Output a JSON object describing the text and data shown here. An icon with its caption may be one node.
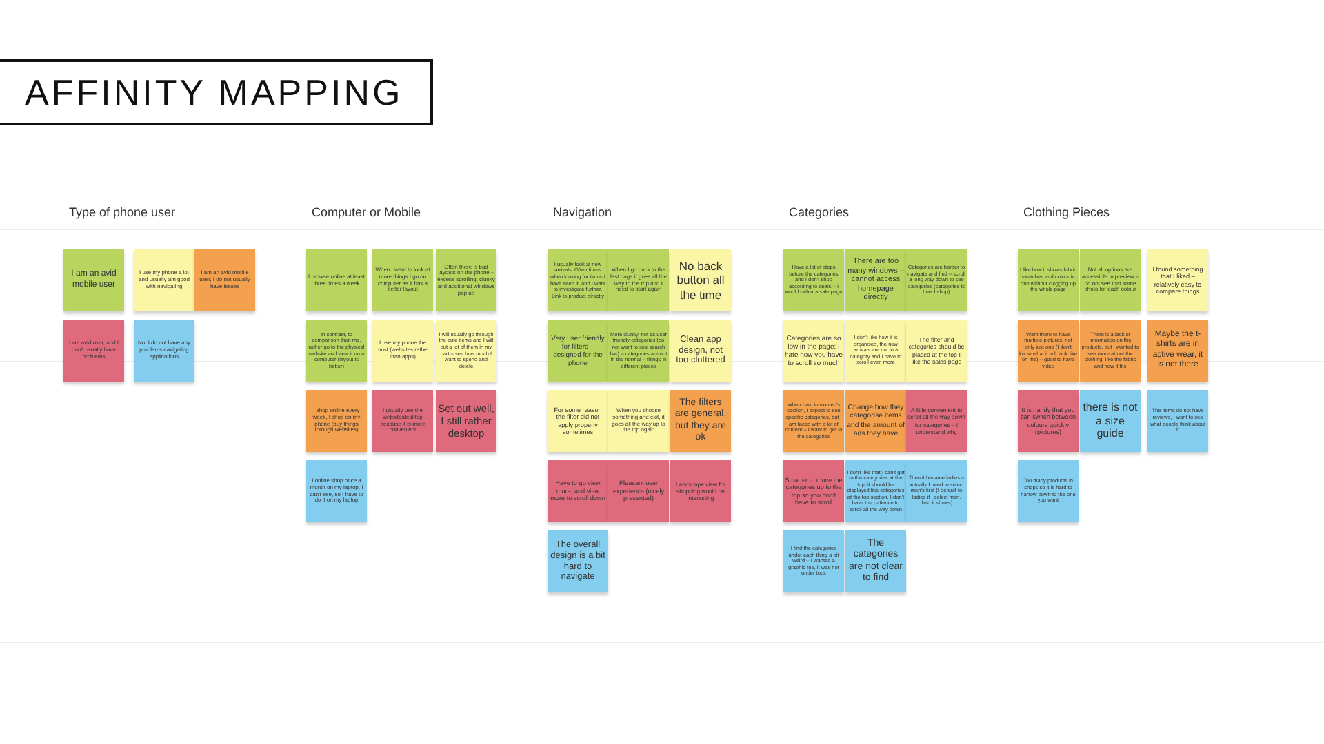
{
  "diagram": {
    "title": "AFFINITY MAPPING",
    "nodes": [
      {
        "text": [
          "I am an avid mobile user"
        ]
      },
      {
        "text": [
          "I use my phone a lot and usually am good with navigating"
        ]
      },
      {
        "text": [
          "I am an avid mobile user, I do not usually have issues"
        ]
      },
      {
        "text": [
          "I am avid user, and I don't usually have problems"
        ]
      },
      {
        "text": [
          "No, I do not have any problems navigating applications"
        ]
      },
      {
        "text": [
          "I browse online at least three times a week"
        ]
      },
      {
        "text": [
          "When I want to look at more things I go on computer as it has a better layout"
        ]
      },
      {
        "text": [
          "Often there is bad layouts on the phone – excess scrolling, clunky and additional windows pop up"
        ]
      },
      {
        "text": [
          "In contrast, to comparison then me, rather go to the physical website and view it on a computer (layout is better)"
        ]
      },
      {
        "text": [
          "I use my phone the most (websites rather than apps)"
        ]
      },
      {
        "text": [
          "I will usually go through the cute items and I will put a lot of them in my cart – see how much I want to spend and delete"
        ]
      },
      {
        "text": [
          "I shop online every week, I shop on my phone (buy things through websites)"
        ]
      },
      {
        "text": [
          "I usually use the website/desktop because it is more convenient"
        ]
      },
      {
        "text": [
          "Set out well, I still rather desktop"
        ]
      },
      {
        "text": [
          "I online shop once a month on my laptop, I can't see, so I have to do it on my laptop"
        ]
      },
      {
        "text": [
          "I usually look at new arrivals. Often times when looking for items I have seen it, and I want to investigate further. Link to product directly"
        ]
      },
      {
        "text": [
          "When I go back to the last page it goes all the way to the top and I need to start again"
        ]
      },
      {
        "text": [
          "No back button all the time"
        ]
      },
      {
        "text": [
          "Very user friendly for filters – designed for the phone"
        ]
      },
      {
        "text": [
          "More clunky, not as user friendly categories (do not want to see search bar) – categories are not in the normal – things in different places"
        ]
      },
      {
        "text": [
          "Clean app design, not too cluttered"
        ]
      },
      {
        "text": [
          "For some reason the filter did not apply properly sometimes"
        ]
      },
      {
        "text": [
          "When you choose something and exit, it goes all the way up to the top again"
        ]
      },
      {
        "text": [
          "The filters are general, but they are ok"
        ]
      },
      {
        "text": [
          "Have to go view more, and view more to scroll down"
        ]
      },
      {
        "text": [
          "Pleasant user experience (nicely presented)"
        ]
      },
      {
        "text": [
          "Landscape view for shopping would be interesting"
        ]
      },
      {
        "text": [
          "The overall design is a bit hard to navigate"
        ]
      },
      {
        "text": [
          "Have a lot of steps before the categories and I don't shop according to deals – I would rather a sale page"
        ]
      },
      {
        "text": [
          "There are too many windows – cannot access homepage directly"
        ]
      },
      {
        "text": [
          "Categories are harder to navigate and find – scroll a long way down to see categories (categories is how I shop)"
        ]
      },
      {
        "text": [
          "Categories are so low in the page; I hate how you have to scroll so much"
        ]
      },
      {
        "text": [
          "I don't like how it is organised, the new arrivals are not in a category and I have to scroll even more"
        ]
      },
      {
        "text": [
          "The filter and categories should be placed at the top I like the sales page"
        ]
      },
      {
        "text": [
          "When I am in women's section, I expect to see specific categories, but I am faced with a lot of content – I want to get to the categories"
        ]
      },
      {
        "text": [
          "Change how they categorise items and the amount of ads they have"
        ]
      },
      {
        "text": [
          "A little convenient to scroll all the way down for categories – I understand why"
        ]
      },
      {
        "text": [
          "Smarter to move the categories up to the top so you don't have to scroll"
        ]
      },
      {
        "text": [
          "I don't like that I can't get to the categories at the top, it should be displayed like categories at the top section. I don't have the patience to scroll all the way down"
        ]
      },
      {
        "text": [
          "Then it became ladies – actually I need to select men's first (I default to ladies if I select men, then it shows)"
        ]
      },
      {
        "text": [
          "I find the categories under each thing a bit weird – I wanted a graphic tee, it was not under tops"
        ]
      },
      {
        "text": [
          "The categories are not clear to find"
        ]
      },
      {
        "text": [
          "I like how it shows fabric swatches and colour in one without clogging up the whole page"
        ]
      },
      {
        "text": [
          "Not all options are accessible in preview – do not see that same photo for each colour"
        ]
      },
      {
        "text": [
          "I found something that I liked – relatively easy to compare things"
        ]
      },
      {
        "text": [
          "Want there to have multiple pictures, not only just one (I don't know what it will look like on me) – good to have video"
        ]
      },
      {
        "text": [
          "There is a lack of information on the products, but I wanted to see more about the clothing, like the fabric and how it fits"
        ]
      },
      {
        "text": [
          "Maybe the t-shirts are in active wear, it is not there"
        ]
      },
      {
        "text": [
          "It is handy that you can switch between colours quickly (pictures)"
        ]
      },
      {
        "text": [
          "there is not a size guide"
        ]
      },
      {
        "text": [
          "The items do not have reviews, I want to see what people think about it"
        ]
      },
      {
        "text": [
          "Too many products in shops so it is hard to narrow down to the one you want"
        ]
      }
    ],
    "labels": [
      "Type of phone user",
      "Computer or Mobile",
      "Navigation",
      "Categories",
      "Clothing Pieces"
    ]
  }
}
